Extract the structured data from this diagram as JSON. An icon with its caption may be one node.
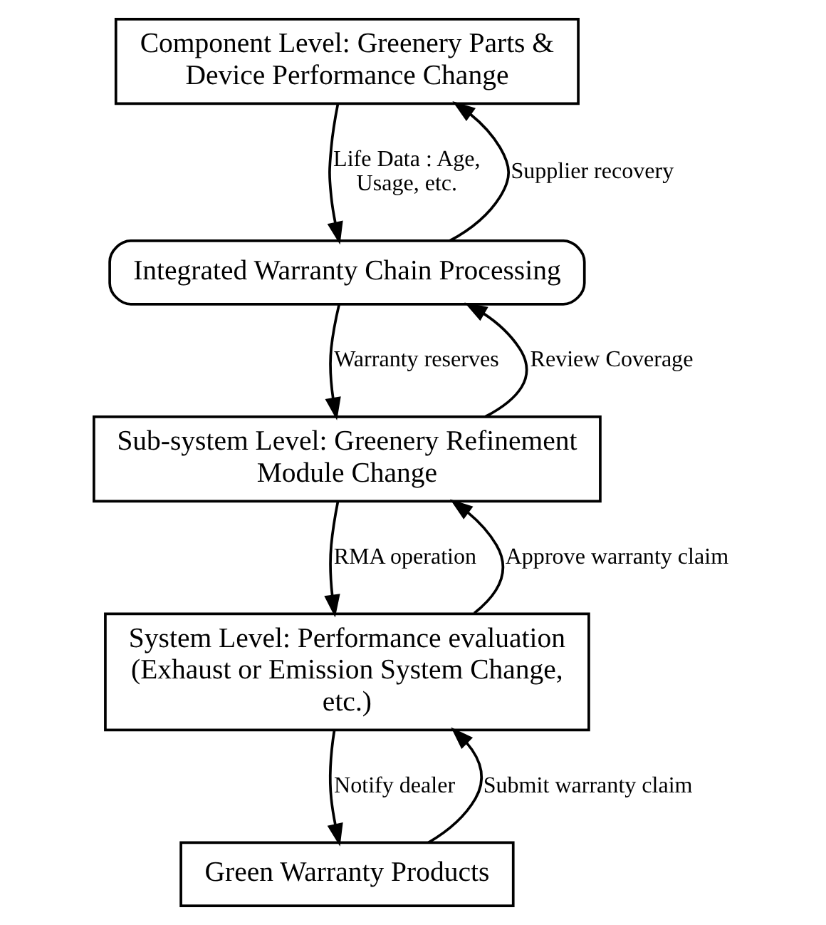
{
  "diagram": {
    "nodes": [
      {
        "text": [
          "Component Level: Greenery Parts & Device Performance Change"
        ]
      },
      {
        "text": [
          "Integrated Warranty Chain Processing"
        ]
      },
      {
        "text": [
          "Sub-system Level: Greenery Refinement Module Change"
        ]
      },
      {
        "text": [
          "System Level: Performance evaluation (Exhaust or Emission System Change, etc.)"
        ]
      },
      {
        "text": [
          "Green Warranty Products"
        ]
      }
    ],
    "edges": [
      {
        "from": 1,
        "to": 0,
        "arrow": "to",
        "label": "Supplier recovery"
      },
      {
        "from": 0,
        "to": 1,
        "arrow": "to",
        "label": "Life Data : Age, Usage, etc."
      },
      {
        "from": 2,
        "to": 1,
        "arrow": "to",
        "label": "Review Coverage"
      },
      {
        "from": 1,
        "to": 2,
        "arrow": "to",
        "label": "Warranty reserves"
      },
      {
        "from": 3,
        "to": 2,
        "arrow": "to",
        "label": "Approve warranty claim"
      },
      {
        "from": 2,
        "to": 3,
        "arrow": "to",
        "label": "RMA operation"
      },
      {
        "from": 4,
        "to": 3,
        "arrow": "to",
        "label": "Submit warranty claim"
      },
      {
        "from": 3,
        "to": 4,
        "arrow": "to",
        "label": "Notify dealer"
      }
    ]
  }
}
